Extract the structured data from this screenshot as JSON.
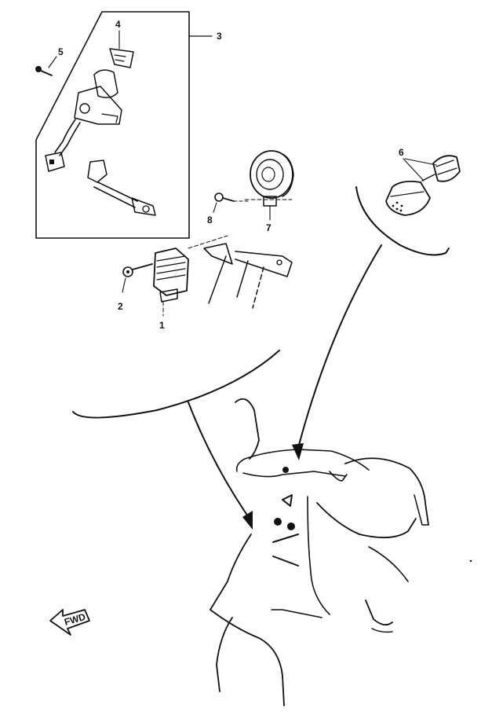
{
  "callouts": {
    "c1": "1",
    "c2": "2",
    "c3": "3",
    "c4": "4",
    "c5": "5",
    "c6": "6",
    "c7": "7",
    "c8": "8"
  },
  "fwd_badge": "FWD"
}
